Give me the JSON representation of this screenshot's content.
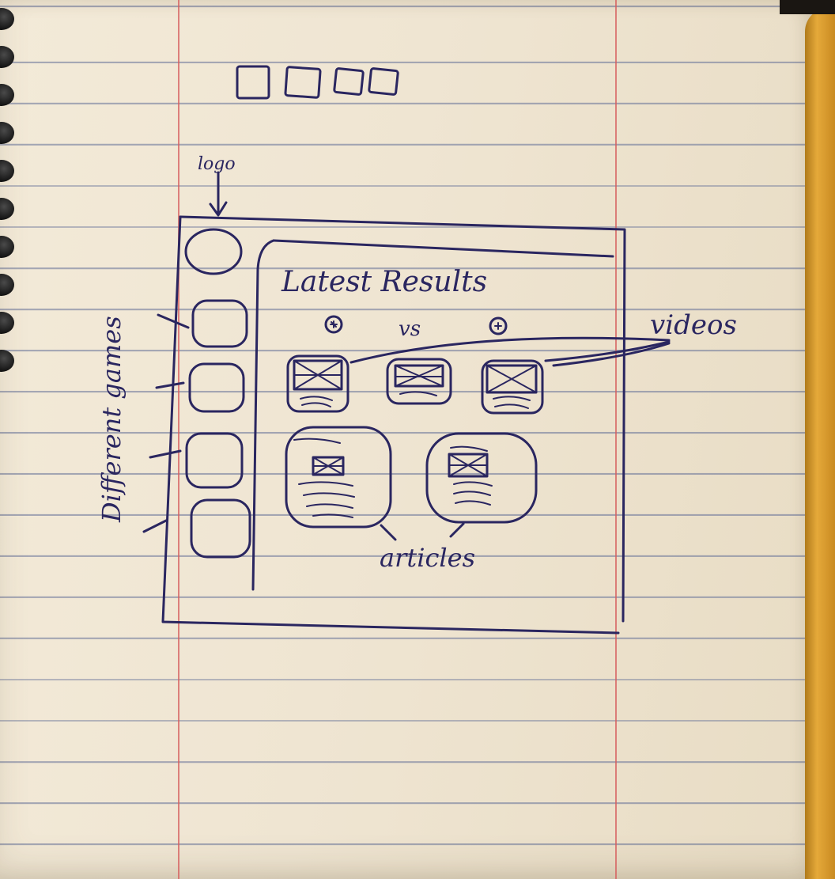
{
  "sketch": {
    "labels": {
      "logo": "logo",
      "header_title": "Latest Results",
      "versus": "vs",
      "videos": "videos",
      "articles": "articles",
      "different_games": "Different games"
    },
    "colors": {
      "ink": "#2a2660",
      "paper": "#f0e6d3",
      "rule_line": "#6e7896",
      "margin_line": "#d65c5c",
      "notebook_edge": "#e5a93a"
    },
    "elements": {
      "top_squares": 4,
      "game_nav_items": 4,
      "video_cards": 3,
      "article_cards": 2,
      "team_icons": 2
    }
  }
}
